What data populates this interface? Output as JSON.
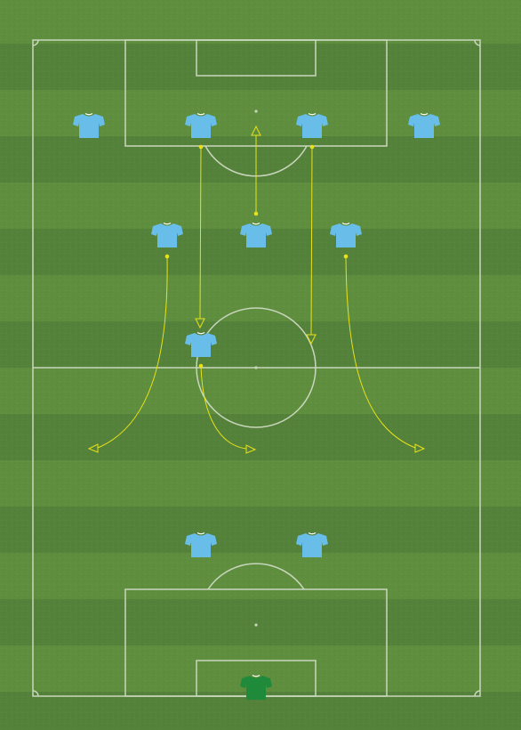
{
  "formation": {
    "colors": {
      "grass_light": "#5f8f3e",
      "grass_dark": "#55823a",
      "lines": "#c9d6bd",
      "arrows": "#e8e11a",
      "outfield_shirt": "#68bde9",
      "keeper_shirt": "#1f8b3a"
    },
    "players": [
      {
        "id": "p1",
        "role": "outfield",
        "icon": "shirt-icon"
      },
      {
        "id": "p2",
        "role": "outfield",
        "icon": "shirt-icon"
      },
      {
        "id": "p3",
        "role": "outfield",
        "icon": "shirt-icon"
      },
      {
        "id": "p4",
        "role": "outfield",
        "icon": "shirt-icon"
      },
      {
        "id": "p5",
        "role": "outfield",
        "icon": "shirt-icon"
      },
      {
        "id": "p6",
        "role": "outfield",
        "icon": "shirt-icon"
      },
      {
        "id": "p7",
        "role": "outfield",
        "icon": "shirt-icon"
      },
      {
        "id": "p8",
        "role": "outfield",
        "icon": "shirt-icon"
      },
      {
        "id": "p9",
        "role": "outfield",
        "icon": "shirt-icon"
      },
      {
        "id": "p10",
        "role": "outfield",
        "icon": "shirt-icon"
      },
      {
        "id": "gk",
        "role": "goalkeeper",
        "icon": "goalkeeper-shirt-icon"
      }
    ]
  }
}
